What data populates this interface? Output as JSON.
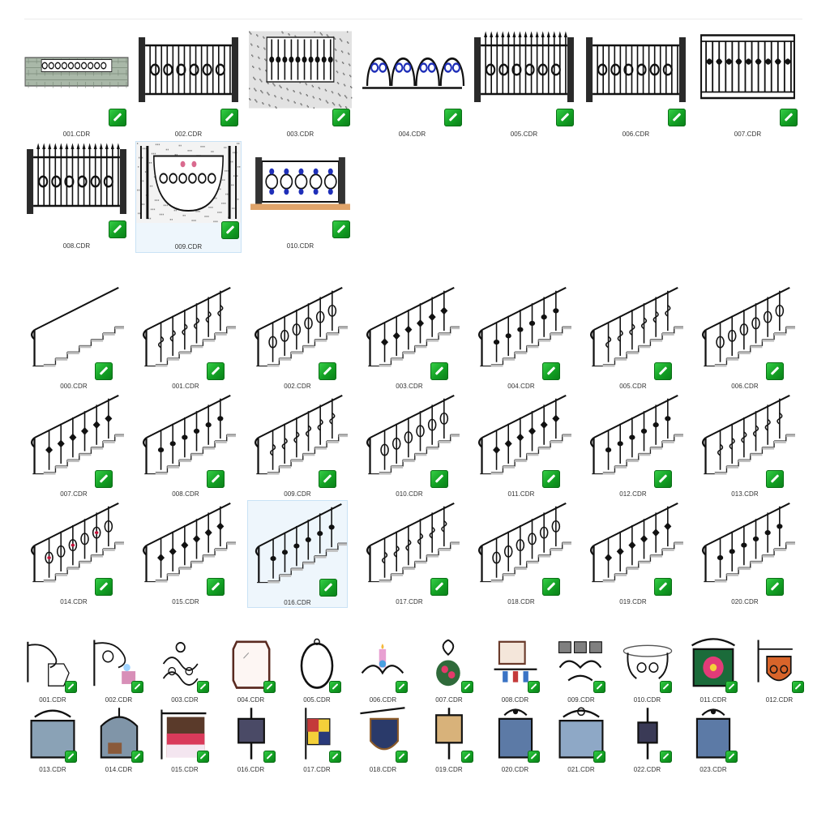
{
  "colors": {
    "badge": "#1fb830",
    "selected_bg": "#eef6fc",
    "iron": "#1a1a1a"
  },
  "fences": [
    {
      "label": "001.CDR",
      "kind": "brick",
      "selected": false
    },
    {
      "label": "002.CDR",
      "kind": "scroll",
      "selected": false
    },
    {
      "label": "003.CDR",
      "kind": "granite",
      "selected": false
    },
    {
      "label": "004.CDR",
      "kind": "blue-wave",
      "selected": false
    },
    {
      "label": "005.CDR",
      "kind": "spear",
      "selected": false
    },
    {
      "label": "006.CDR",
      "kind": "scroll",
      "selected": false
    },
    {
      "label": "007.CDR",
      "kind": "bars",
      "selected": false
    },
    {
      "label": "008.CDR",
      "kind": "spear",
      "selected": false
    },
    {
      "label": "009.CDR",
      "kind": "arch",
      "selected": true
    },
    {
      "label": "010.CDR",
      "kind": "blue-base",
      "selected": false
    }
  ],
  "stairs": [
    {
      "label": "000.CDR",
      "selected": false
    },
    {
      "label": "001.CDR",
      "selected": false
    },
    {
      "label": "002.CDR",
      "selected": false
    },
    {
      "label": "003.CDR",
      "selected": false
    },
    {
      "label": "004.CDR",
      "selected": false
    },
    {
      "label": "005.CDR",
      "selected": false
    },
    {
      "label": "006.CDR",
      "selected": false
    },
    {
      "label": "007.CDR",
      "selected": false
    },
    {
      "label": "008.CDR",
      "selected": false
    },
    {
      "label": "009.CDR",
      "selected": false
    },
    {
      "label": "010.CDR",
      "selected": false
    },
    {
      "label": "011.CDR",
      "selected": false
    },
    {
      "label": "012.CDR",
      "selected": false
    },
    {
      "label": "013.CDR",
      "selected": false
    },
    {
      "label": "014.CDR",
      "selected": false
    },
    {
      "label": "015.CDR",
      "selected": false
    },
    {
      "label": "016.CDR",
      "selected": true
    },
    {
      "label": "017.CDR",
      "selected": false
    },
    {
      "label": "018.CDR",
      "selected": false
    },
    {
      "label": "019.CDR",
      "selected": false
    },
    {
      "label": "020.CDR",
      "selected": false
    }
  ],
  "signs": [
    {
      "label": "001.CDR",
      "kind": "bracket"
    },
    {
      "label": "002.CDR",
      "kind": "bracket-flower"
    },
    {
      "label": "003.CDR",
      "kind": "scroll"
    },
    {
      "label": "004.CDR",
      "kind": "mirror"
    },
    {
      "label": "005.CDR",
      "kind": "oval-mirror"
    },
    {
      "label": "006.CDR",
      "kind": "candle"
    },
    {
      "label": "007.CDR",
      "kind": "flower-holder"
    },
    {
      "label": "008.CDR",
      "kind": "rack"
    },
    {
      "label": "009.CDR",
      "kind": "lamps"
    },
    {
      "label": "010.CDR",
      "kind": "table"
    },
    {
      "label": "011.CDR",
      "kind": "flower-sign"
    },
    {
      "label": "012.CDR",
      "kind": "bike-sign"
    },
    {
      "label": "013.CDR",
      "kind": "board"
    },
    {
      "label": "014.CDR",
      "kind": "board-arch"
    },
    {
      "label": "015.CDR",
      "kind": "flag"
    },
    {
      "label": "016.CDR",
      "kind": "post"
    },
    {
      "label": "017.CDR",
      "kind": "flag-small"
    },
    {
      "label": "018.CDR",
      "kind": "shield"
    },
    {
      "label": "019.CDR",
      "kind": "post-wood"
    },
    {
      "label": "020.CDR",
      "kind": "board-crown"
    },
    {
      "label": "021.CDR",
      "kind": "board-scroll"
    },
    {
      "label": "022.CDR",
      "kind": "post-small"
    },
    {
      "label": "023.CDR",
      "kind": "board-crown"
    }
  ]
}
